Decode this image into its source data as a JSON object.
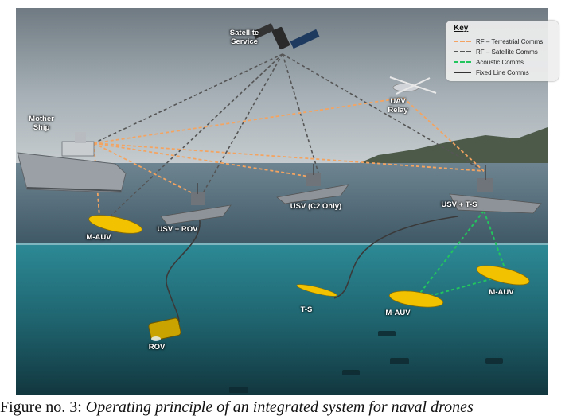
{
  "key": {
    "title": "Key",
    "items": [
      {
        "label": "RF – Terrestrial Comms",
        "color": "#f4a460",
        "style": "dashed"
      },
      {
        "label": "RF – Satellite Comms",
        "color": "#555555",
        "style": "dashed"
      },
      {
        "label": "Acoustic Comms",
        "color": "#22c55e",
        "style": "dashed"
      },
      {
        "label": "Fixed Line Comms",
        "color": "#333333",
        "style": "solid"
      }
    ]
  },
  "labels": {
    "satellite": "Satellite Service",
    "uav": "UAV Relay",
    "mother_ship": "Mother Ship",
    "usv_c2": "USV (C2 Only)",
    "usv_rov": "USV + ROV",
    "usv_ts": "USV + T-S",
    "m_auv_left": "M-AUV",
    "m_auv_mid": "M-AUV",
    "m_auv_right": "M-AUV",
    "ts": "T-S",
    "rov": "ROV"
  },
  "caption": {
    "prefix": "Figure no. 3: ",
    "text": "Operating principle of an integrated system for naval drones"
  },
  "colors": {
    "sky": "#9aa6ae",
    "sea_surface": "#56707e",
    "underwater": "#1f6f7c",
    "vehicle_yellow": "#f2c200",
    "vessel_grey": "#8d9398"
  }
}
